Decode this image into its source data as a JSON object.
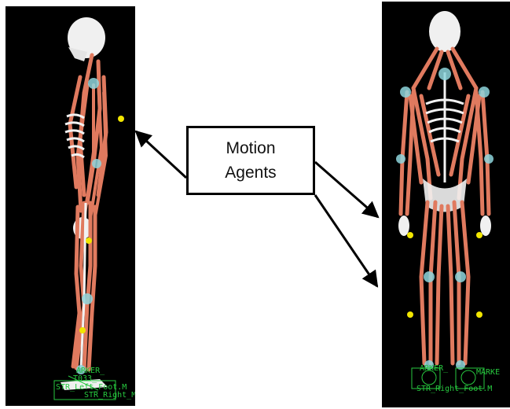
{
  "callout": {
    "line1": "Motion",
    "line2": "Agents"
  },
  "left_panel": {
    "view": "side",
    "marker_labels": [
      "ARKER_",
      "T033_",
      "STR_Left_Foot.M",
      "STR_Right_M"
    ]
  },
  "right_panel": {
    "view": "front",
    "marker_labels": [
      "ARKER_",
      "MARKE",
      "STR_Right_Foot.M"
    ]
  },
  "colors": {
    "background": "#000000",
    "muscle": "#e07a5f",
    "bone": "#f2f2f2",
    "joint": "#8fd6dd",
    "motion_agent": "#f2e600",
    "marker_text": "#27c93f"
  }
}
